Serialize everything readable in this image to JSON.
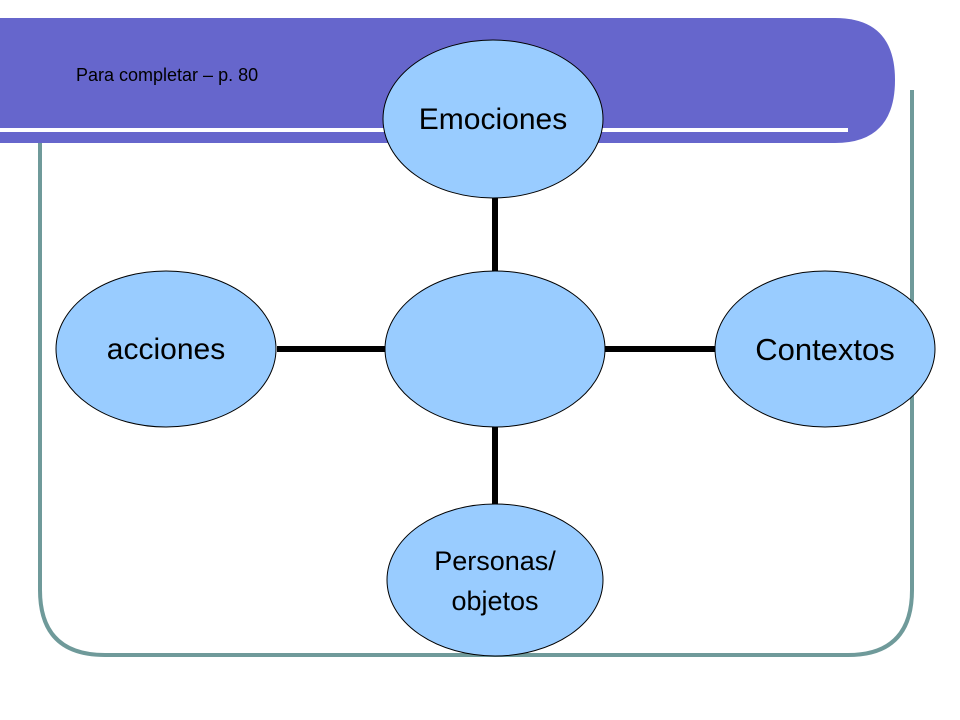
{
  "slide": {
    "subtitle": "Para completar – p. 80",
    "colors": {
      "header": "#6666cc",
      "frame": "#6f9a9a",
      "node_fill": "#99ccff",
      "connector": "#000000"
    }
  },
  "diagram": {
    "center": {
      "label": ""
    },
    "nodes": {
      "top": {
        "label": "Emociones"
      },
      "left": {
        "label": "acciones"
      },
      "right": {
        "label": "Contextos"
      },
      "bottom": {
        "lines": [
          "Personas/",
          "objetos"
        ]
      }
    }
  }
}
